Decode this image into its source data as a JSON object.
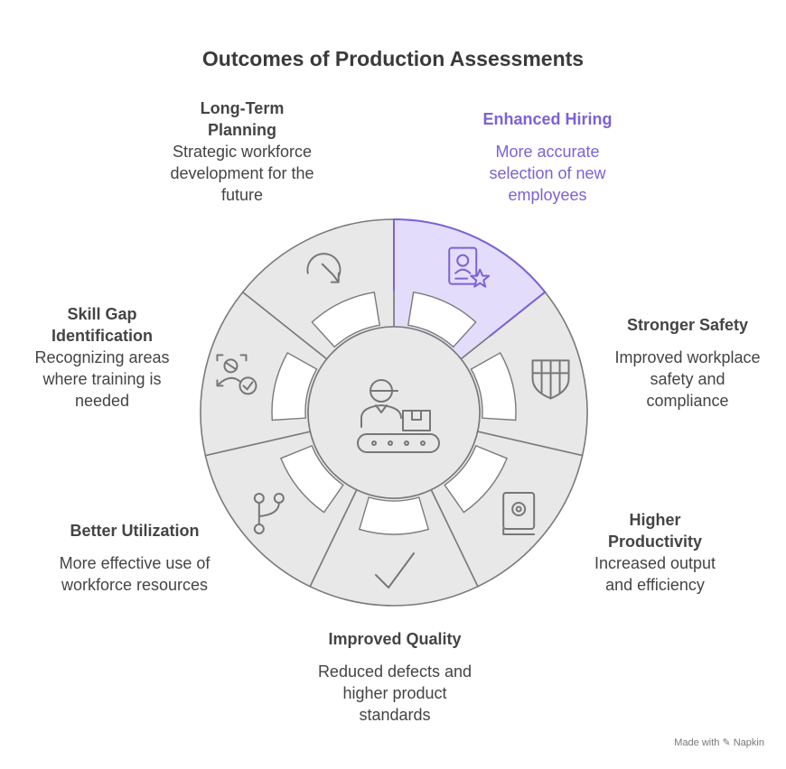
{
  "title": "Outcomes of Production Assessments",
  "colors": {
    "accent": "#7b62d6",
    "accent_fill": "#e3ddfb",
    "segment": "#e8e8e8",
    "stroke": "#7a7a7a",
    "icon": "#777777"
  },
  "center_icon": "worker-conveyor-icon",
  "segments": [
    {
      "id": "enhanced-hiring",
      "title": "Enhanced Hiring",
      "description": "More accurate selection of new employees",
      "icon": "resume-star-icon",
      "highlighted": true
    },
    {
      "id": "stronger-safety",
      "title": "Stronger Safety",
      "description": "Improved workplace safety and compliance",
      "icon": "shield-icon",
      "highlighted": false
    },
    {
      "id": "higher-productivity",
      "title": "Higher Productivity",
      "description": "Increased output and efficiency",
      "icon": "gear-book-icon",
      "highlighted": false
    },
    {
      "id": "improved-quality",
      "title": "Improved Quality",
      "description": "Reduced defects and higher product standards",
      "icon": "checkmark-icon",
      "highlighted": false
    },
    {
      "id": "better-utilization",
      "title": "Better Utilization",
      "description": "More effective use of workforce resources",
      "icon": "branch-nodes-icon",
      "highlighted": false
    },
    {
      "id": "skill-gap-identification",
      "title": "Skill Gap Identification",
      "description": "Recognizing areas where training is needed",
      "icon": "person-check-icon",
      "highlighted": false
    },
    {
      "id": "long-term-planning",
      "title": "Long-Term Planning",
      "description": "Strategic workforce development for the future",
      "icon": "rotate-arrow-icon",
      "highlighted": false
    }
  ],
  "footer": "Made with ✎ Napkin"
}
